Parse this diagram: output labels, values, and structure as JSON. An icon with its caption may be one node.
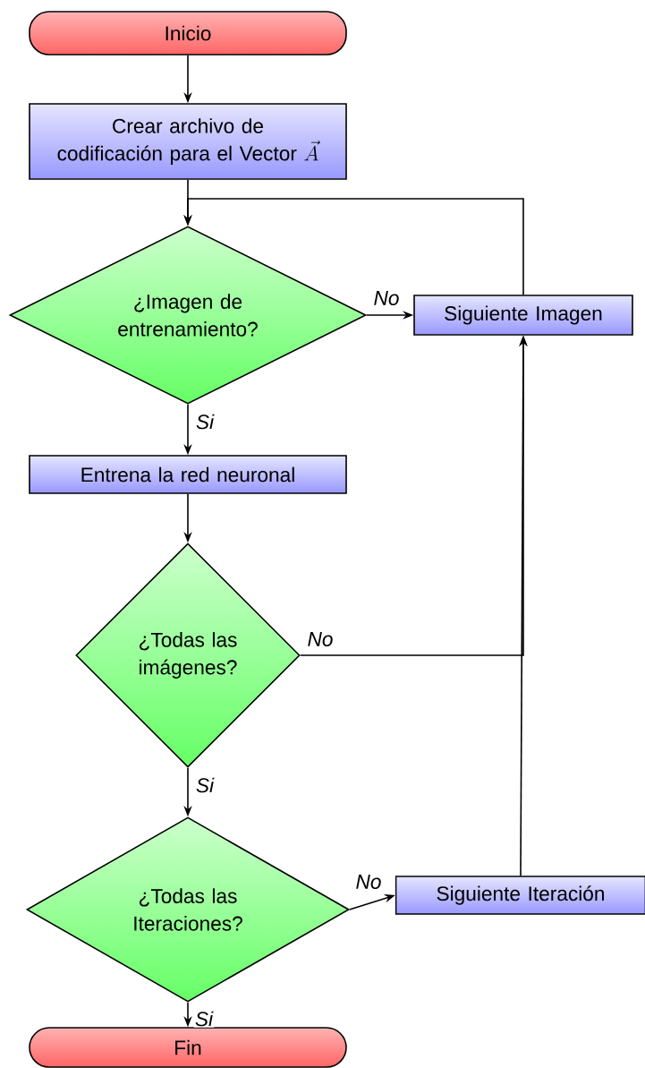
{
  "diagram": {
    "nodes": [
      {
        "text": [
          "Inicio"
        ]
      },
      {
        "text": [
          "Crear archivo de codificación para el Vector",
          "\\vec{A}"
        ]
      },
      {
        "text": [
          "¿Imagen de entrenamiento?"
        ]
      },
      {
        "text": [
          "Siguiente Imagen"
        ]
      },
      {
        "text": [
          "Entrena la red neuronal"
        ]
      },
      {
        "text": [
          "¿Todas las imágenes?"
        ]
      },
      {
        "text": [
          "¿Todas las Iteraciones?"
        ]
      },
      {
        "text": [
          "Siguiente Iteración"
        ]
      },
      {
        "text": [
          "Fin"
        ]
      }
    ],
    "edges": [
      {
        "from": 0,
        "to": 1,
        "arrow": "to"
      },
      {
        "from": 1,
        "to": 2,
        "arrow": "to"
      },
      {
        "from": 2,
        "to": 3,
        "arrow": "to",
        "label": "No"
      },
      {
        "from": 3,
        "to": 2,
        "arrow": "to"
      },
      {
        "from": 2,
        "to": 4,
        "arrow": "to",
        "label": "Si"
      },
      {
        "from": 4,
        "to": 5,
        "arrow": "to"
      },
      {
        "from": 5,
        "to": 3,
        "arrow": "to",
        "label": "No"
      },
      {
        "from": 5,
        "to": 6,
        "arrow": "to",
        "label": "Si"
      },
      {
        "from": 6,
        "to": 7,
        "arrow": "to",
        "label": "No"
      },
      {
        "from": 7,
        "to": 3,
        "arrow": "to"
      },
      {
        "from": 6,
        "to": 8,
        "arrow": "to",
        "label": "Si"
      }
    ]
  }
}
